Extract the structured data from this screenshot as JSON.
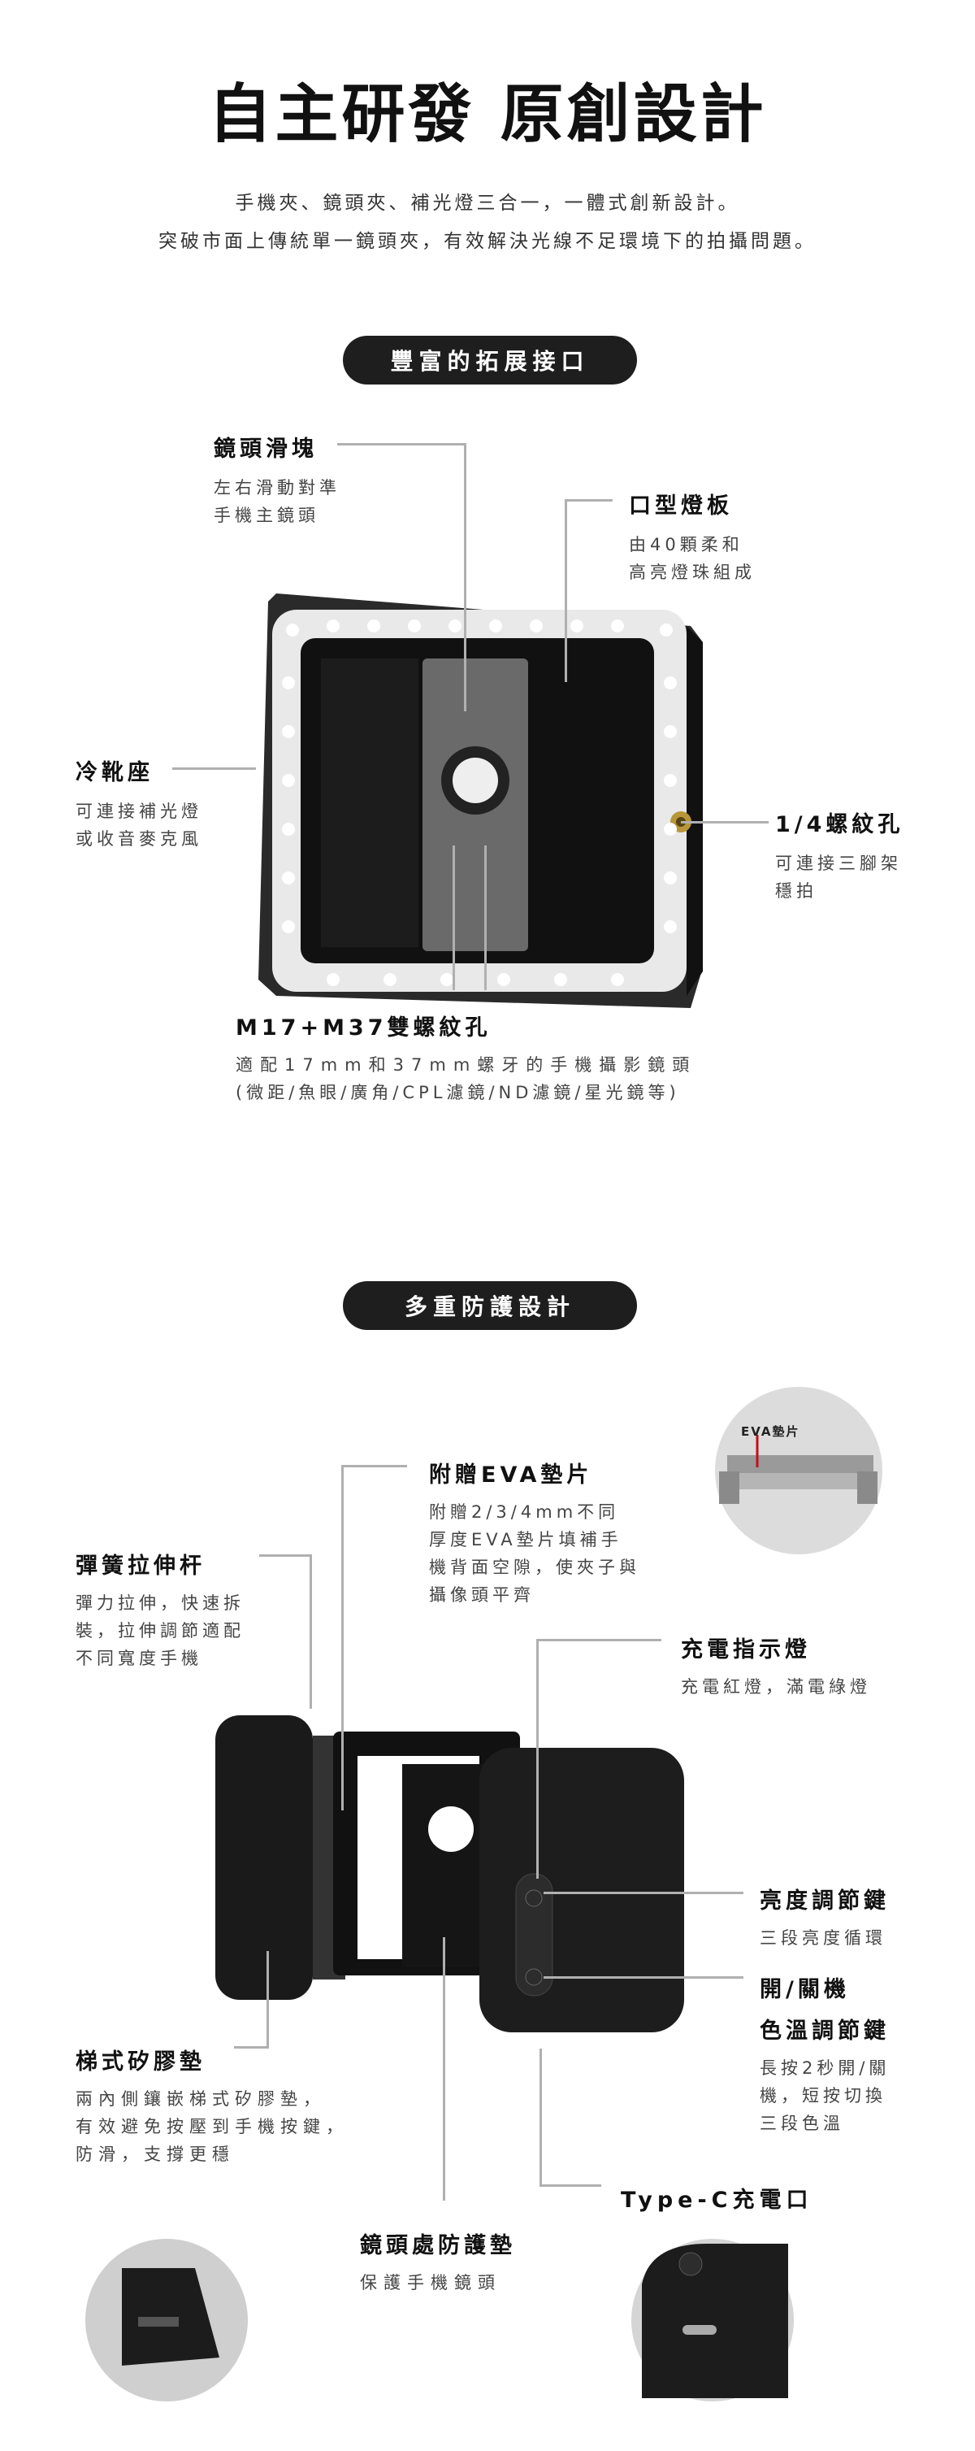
{
  "header": {
    "title": "自主研發 原創設計",
    "subtitle_lines": [
      "手機夾、鏡頭夾、補光燈三合一，一體式創新設計。",
      "突破市面上傳統單一鏡頭夾，有效解決光線不足環境下的拍攝問題。"
    ]
  },
  "section1": {
    "pill": "豐富的拓展接口",
    "features": [
      {
        "title": "鏡頭滑塊",
        "desc": [
          "左右滑動對準",
          "手機主鏡頭"
        ]
      },
      {
        "title": "口型燈板",
        "desc": [
          "由40顆柔和",
          "高亮燈珠組成"
        ]
      },
      {
        "title": "冷靴座",
        "desc": [
          "可連接補光燈",
          "或收音麥克風"
        ]
      },
      {
        "title": "1/4螺紋孔",
        "desc": [
          "可連接三腳架",
          "穩拍"
        ]
      },
      {
        "title": "M17+M37雙螺紋孔",
        "desc": [
          "適配17mm和37mm螺牙的手機攝影鏡頭",
          "(微距/魚眼/廣角/CPL濾鏡/ND濾鏡/星光鏡等)"
        ]
      }
    ]
  },
  "section2": {
    "pill": "多重防護設計",
    "eva_inset_label": "EVA墊片",
    "features": [
      {
        "title": "附贈EVA墊片",
        "desc": [
          "附贈2/3/4mm不同",
          "厚度EVA墊片填補手",
          "機背面空隙，使夾子與",
          "攝像頭平齊"
        ]
      },
      {
        "title": "彈簧拉伸杆",
        "desc": [
          "彈力拉伸，快速拆",
          "裝，拉伸調節適配",
          "不同寬度手機"
        ]
      },
      {
        "title": "充電指示燈",
        "desc": [
          "充電紅燈，滿電綠燈"
        ]
      },
      {
        "title": "亮度調節鍵",
        "desc": [
          "三段亮度循環"
        ]
      },
      {
        "title": "開/關機",
        "title2": "色溫調節鍵",
        "desc": [
          "長按2秒開/關",
          "機，短按切換",
          "三段色溫"
        ]
      },
      {
        "title": "梯式矽膠墊",
        "desc": [
          "兩內側鑲嵌梯式矽膠墊，",
          "有效避免按壓到手機按鍵，",
          "防滑，支撐更穩"
        ]
      },
      {
        "title": "Type-C充電口",
        "desc": []
      },
      {
        "title": "鏡頭處防護墊",
        "desc": [
          "保護手機鏡頭"
        ]
      }
    ]
  },
  "colors": {
    "pill_bg": "#1e1e1e",
    "leader": "#b0b0b0",
    "eva_marker": "#c0101a"
  }
}
